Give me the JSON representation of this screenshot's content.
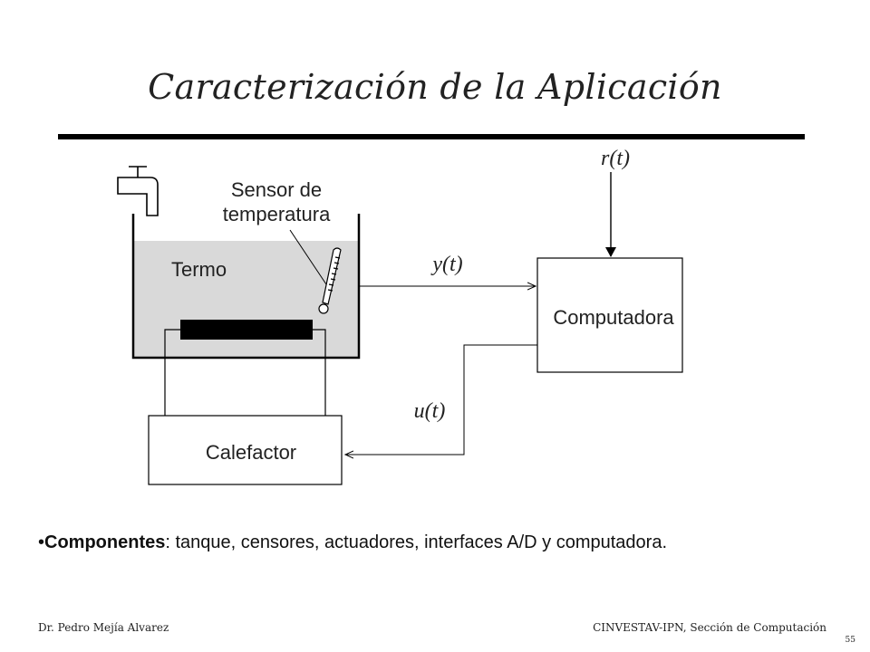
{
  "slide": {
    "title": "Caracterización de la Aplicación",
    "diagram": {
      "sensor_label_line1": "Sensor de",
      "sensor_label_line2": "temperatura",
      "tank_label": "Termo",
      "computer_label": "Computadora",
      "heater_label": "Calefactor",
      "signal_r": "r(t)",
      "signal_y": "y(t)",
      "signal_u": "u(t)"
    },
    "bullet": {
      "marker": "•",
      "bold": "Componentes",
      "text": ": tanque, censores, actuadores, interfaces A/D y computadora."
    },
    "footer": {
      "author": "Dr. Pedro Mejía Alvarez",
      "institution": "CINVESTAV-IPN,  Sección de Computación",
      "page": "55"
    },
    "colors": {
      "water": "#d9d9d9",
      "heating_element": "#000000",
      "lines": "#000000"
    }
  }
}
